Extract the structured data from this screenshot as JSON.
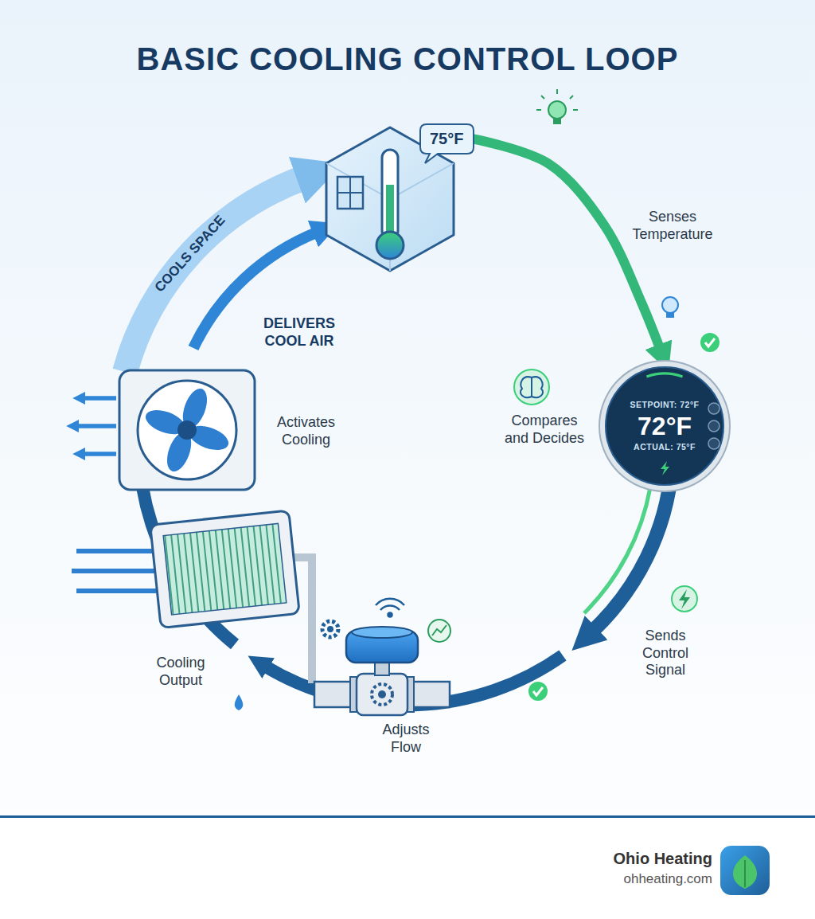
{
  "diagram": {
    "title": "BASIC COOLING CONTROL LOOP",
    "nodes": [
      {
        "text": [
          "75°F"
        ]
      },
      {
        "text": [
          "SETPOINT: 72°F",
          "72°F",
          "ACTUAL: 75°F"
        ]
      }
    ],
    "edges": [
      {
        "from": 0,
        "to": 1,
        "arrow": "to"
      }
    ],
    "labels": [
      "COOLS SPACE",
      "Senses Temperature",
      "DELIVERS COOL AIR",
      "Activates Cooling",
      "Compares and Decides",
      "Sends Control Signal",
      "Cooling Output",
      "Adjusts Flow",
      "Ohio Heating",
      "ohheating.com"
    ]
  }
}
